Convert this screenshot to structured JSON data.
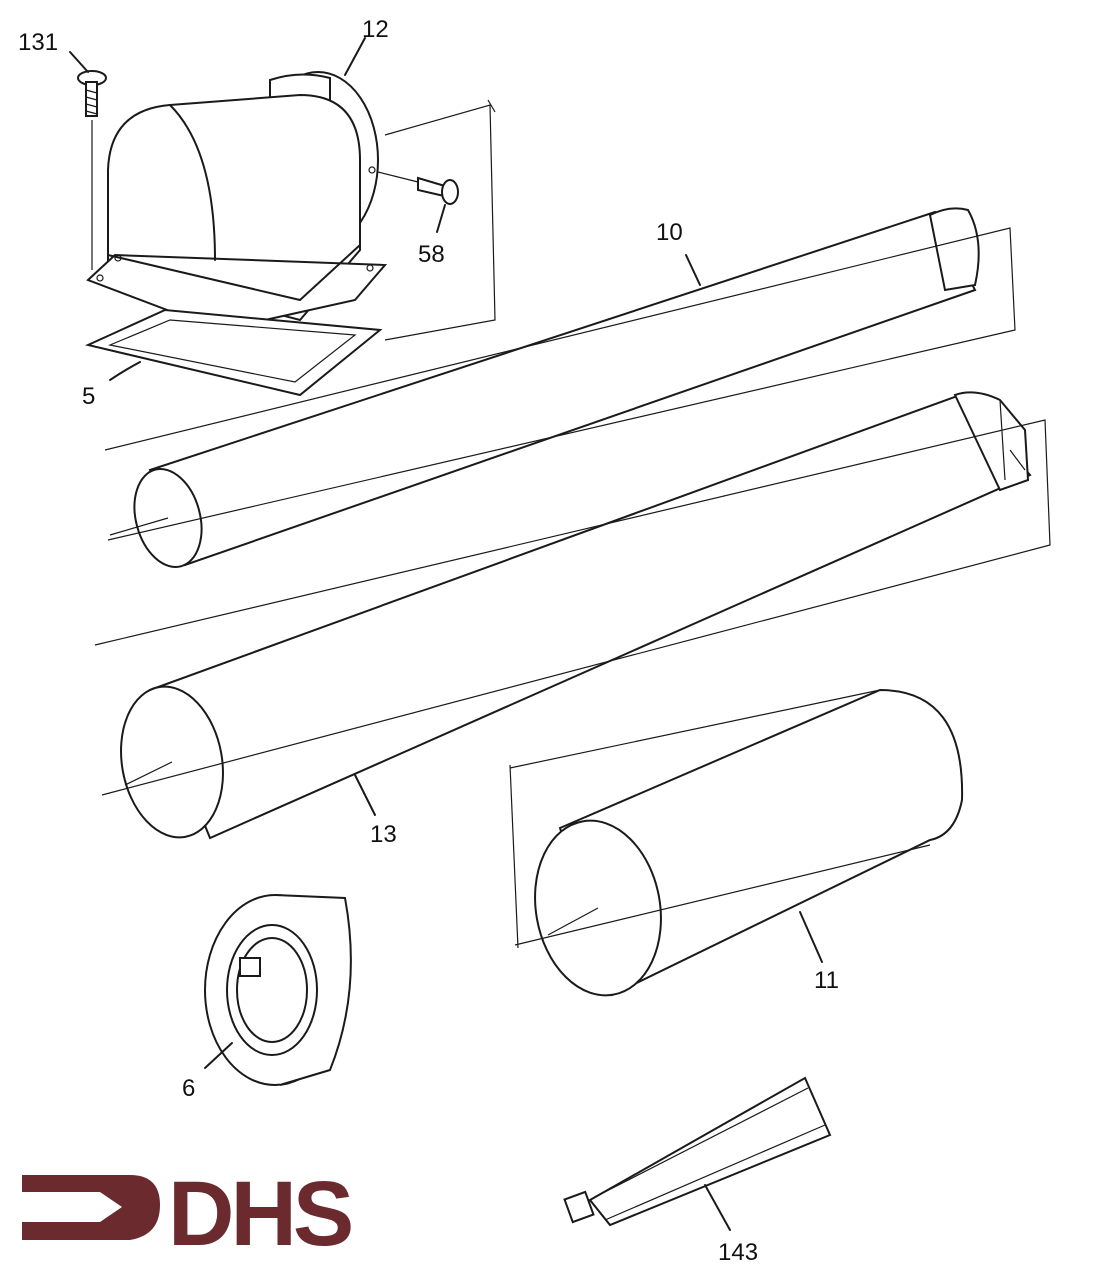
{
  "callouts": {
    "screw_131": "131",
    "elbow_12": "12",
    "screw_58": "58",
    "pipe_10": "10",
    "gasket_5": "5",
    "pipe_13": "13",
    "pipe_11": "11",
    "tape_6": "6",
    "tube_143": "143"
  },
  "logo": {
    "text": "DHS",
    "color": "#6b2a2e"
  }
}
